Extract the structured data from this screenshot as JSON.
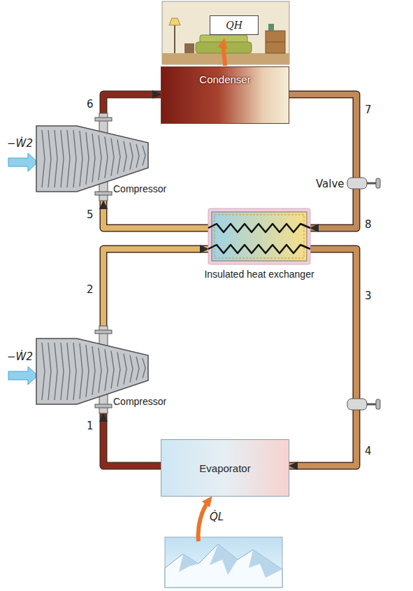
{
  "diagram": {
    "nodes": [
      {
        "text": [
          "QH"
        ]
      },
      {
        "text": [
          "Condenser"
        ]
      },
      {
        "text": [
          "Compressor"
        ]
      },
      {
        "text": [
          "Insulated heat exchanger"
        ]
      },
      {
        "text": [
          "Compressor"
        ]
      },
      {
        "text": [
          "Evaporator"
        ]
      }
    ],
    "edges": [
      {
        "from": 2,
        "to": 1,
        "arrow": "to"
      },
      {
        "from": 1,
        "to": 3,
        "arrow": "to"
      },
      {
        "from": 3,
        "to": 2,
        "arrow": "to"
      },
      {
        "from": 4,
        "to": 3,
        "arrow": "to"
      },
      {
        "from": 3,
        "to": 5,
        "arrow": "to"
      },
      {
        "from": 5,
        "to": 4,
        "arrow": "to"
      }
    ],
    "labels": [
      "6",
      "7",
      "−Ẇ2",
      "Valve",
      "5",
      "8",
      "2",
      "3",
      "−Ẇ2",
      "1",
      "4",
      "Q̇L"
    ]
  }
}
